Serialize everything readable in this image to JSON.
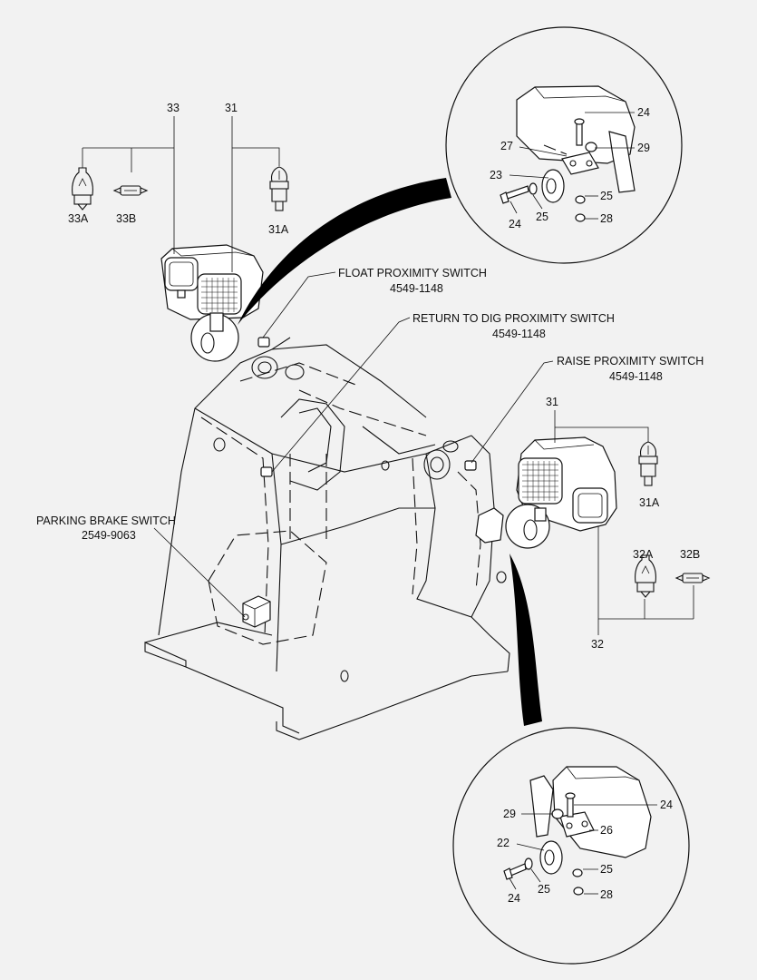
{
  "labels": {
    "float_switch_name": "FLOAT PROXIMITY SWITCH",
    "float_switch_part": "4549-1148",
    "return_switch_name": "RETURN TO DIG PROXIMITY SWITCH",
    "return_switch_part": "4549-1148",
    "raise_switch_name": "RAISE PROXIMITY SWITCH",
    "raise_switch_part": "4549-1148",
    "parking_switch_name": "PARKING BRAKE SWITCH",
    "parking_switch_part": "2549-9063"
  },
  "callouts": {
    "c33": "33",
    "c31_top": "31",
    "c33A": "33A",
    "c33B": "33B",
    "c31A_top": "31A",
    "c31_right": "31",
    "c31A_right": "31A",
    "c32A": "32A",
    "c32B": "32B",
    "c32": "32",
    "top_detail": [
      "24",
      "27",
      "29",
      "23",
      "25",
      "24",
      "25",
      "28"
    ],
    "bottom_detail": [
      "24",
      "29",
      "26",
      "22",
      "25",
      "24",
      "25",
      "28"
    ]
  }
}
